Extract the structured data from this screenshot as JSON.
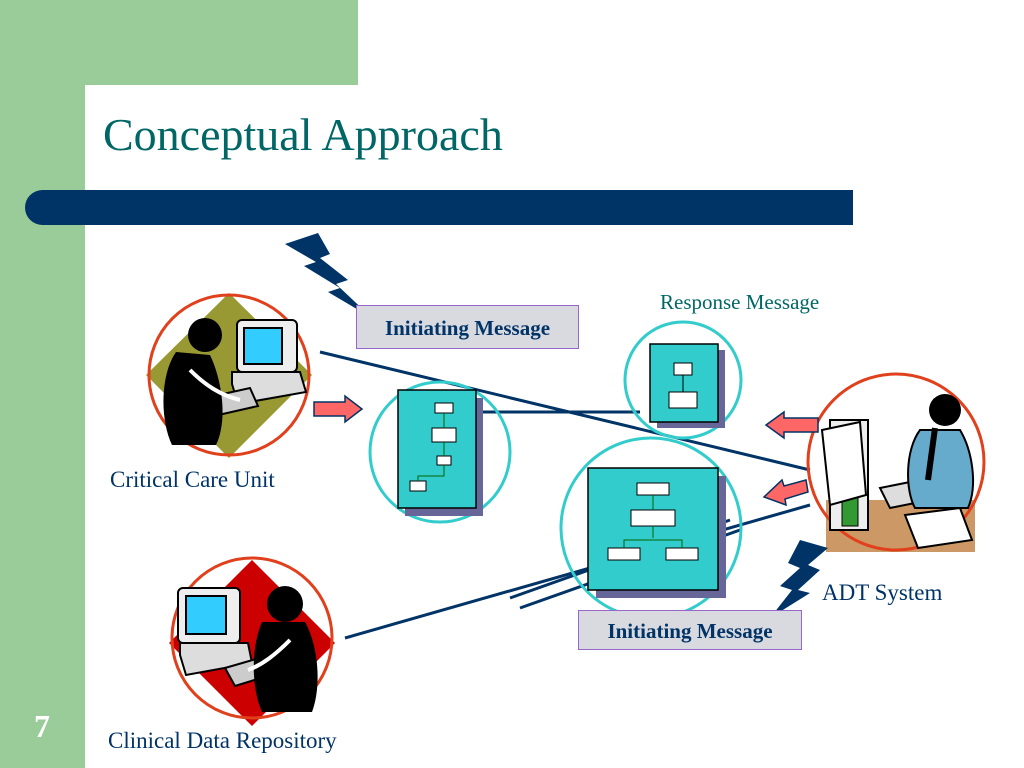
{
  "slide": {
    "title": "Conceptual Approach",
    "number": "7"
  },
  "labels": {
    "initiating_top": "Initiating Message",
    "response": "Response Message",
    "initiating_bottom": "Initiating Message",
    "critical_care": "Critical Care Unit",
    "clinical_repo": "Clinical Data Repository",
    "adt": "ADT System"
  },
  "colors": {
    "green_panel": "#99cc99",
    "title_teal": "#006666",
    "navy": "#003366",
    "circle_red": "#e0401c",
    "circle_teal": "#33cccc",
    "doc_fill": "#33cccc",
    "doc_shadow": "#666699",
    "arrow_pink": "#ff6666",
    "bolt": "#003366"
  },
  "icons": [
    "lightning-bolt-icon",
    "computer-user-clipart",
    "message-document-icon",
    "right-arrow-icon",
    "left-arrow-icon"
  ]
}
